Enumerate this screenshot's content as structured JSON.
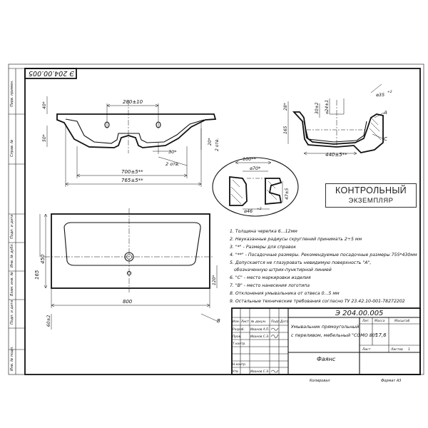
{
  "drawing_number": "Э 204.00.005",
  "drawing_number_rotated": "Э 204.00.005",
  "sheet_title_lines": [
    "Умывальник прямоугольный",
    "с переливом, мебельный \"СОМО 80\""
  ],
  "material": "Фаянс",
  "mass": "17,6",
  "footer": {
    "copied": "Копировал",
    "format": "Формат А3"
  },
  "title_block_headers": {
    "lit": "Лит.",
    "mass": "Масса",
    "scale": "Масштаб",
    "sheet": "Лист",
    "sheets": "Листов",
    "sheets_value": "1"
  },
  "title_block_rows": {
    "izm": "Изм.",
    "list": "Лист",
    "doc_no": "№ докум.",
    "sign": "Подп.",
    "date": "Дата",
    "razrab": "Разраб.",
    "razrab_name": "Иванов А.П.",
    "prov": "Пров.",
    "prov_name": "Иванов С.Э.",
    "tkontr": "Т.контр.",
    "nkontr": "Н.контр.",
    "utv": "Утв.",
    "utv_name": "Иванов С.Э."
  },
  "side_labels": [
    "Перв. примен.",
    "Справ. №",
    "Подп. и дата",
    "Инв. № дубл.",
    "Взам. инв. №",
    "Подп. и дата",
    "Инв. № подл."
  ],
  "notes": [
    "1. Толщина черепка 6...12мм",
    "2. Неуказанные радиусы скруглений принимать 2÷5 мм",
    "3. \"*\" - Размеры для справок",
    "4. \"**\" - Посадочные размеры. Рекомендуемые посадочные размеры 755*430мм",
    "5. Допускается не глазуровать невидимую поверхность \"А\",",
    "обозначенную штрих-пунктирной линией",
    "6. \"С\" - место маркировки изделия",
    "7. \"В\" - место нанесения логотипа",
    "8. Отклонения умывальника от отвеса 0...5 мм",
    "9. Остальные технические требования согласно ТУ 23.42.10-001-78272202"
  ],
  "stamp": {
    "line1": "КОНТРОЛЬНЫЙ",
    "line2": "ЭКЗЕМПЛЯР"
  },
  "dimensions": {
    "front_top": "280±10",
    "front_40": "40*",
    "front_50": "50*",
    "front_30": "30*",
    "front_2otv_a": "2 отв.",
    "front_20": "20*",
    "front_2otv_b": "2 отв.",
    "front_700": "700±5**",
    "front_765": "765±5**",
    "side_28": "28*",
    "side_30": "30±2",
    "side_24": "⌀24±1",
    "side_35": "⌀35",
    "side_35_tol": "+2",
    "side_165": "165",
    "side_440": "440±5**",
    "side_A": "А",
    "side_C": "С",
    "det_100": "100**",
    "det_70": "⌀70*",
    "det_47": "47±5",
    "det_46": "⌀46",
    "det_46_tol": "+2",
    "plan_450": "450",
    "plan_165": "165",
    "plan_800": "800",
    "plan_60": "60±2",
    "plan_120": "120*",
    "plan_B": "В"
  }
}
